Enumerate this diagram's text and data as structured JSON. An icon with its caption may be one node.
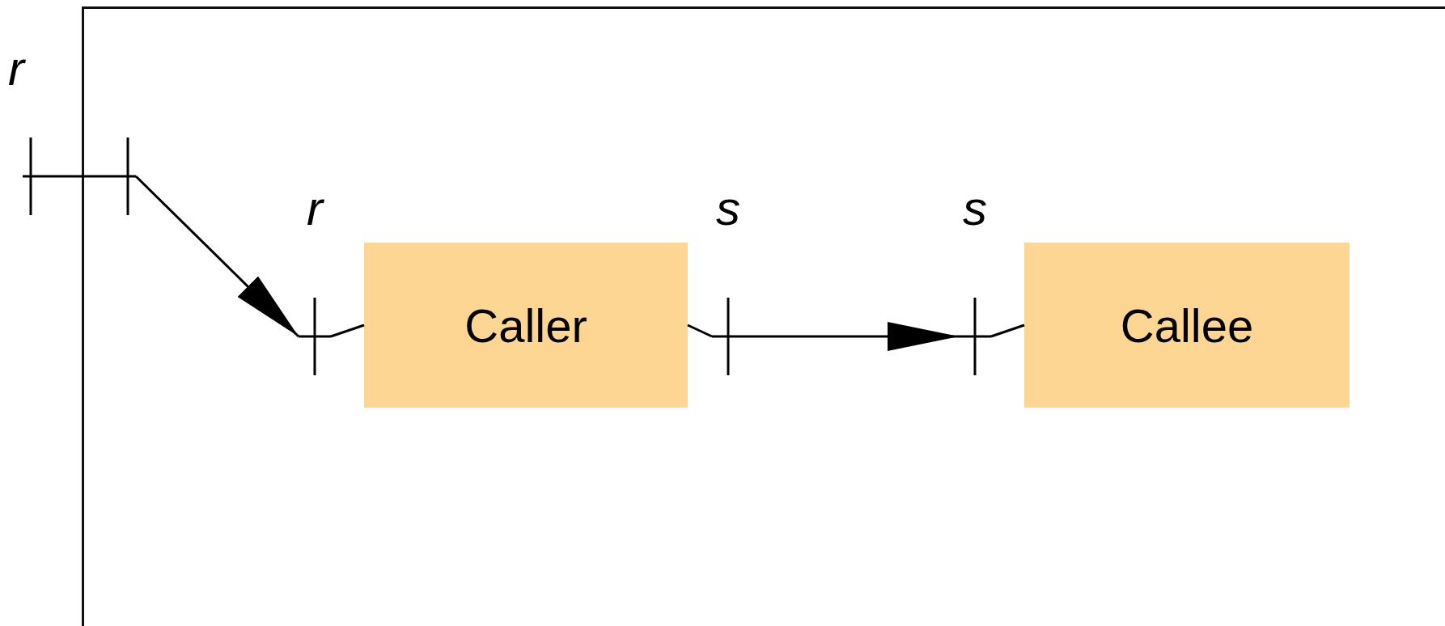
{
  "diagram": {
    "nodes": [
      {
        "text": [],
        "shape": "box"
      },
      {
        "text": [
          "r"
        ]
      },
      {
        "text": [
          "r"
        ],
        "in": 0
      },
      {
        "text": [
          "Caller"
        ],
        "in": 0
      },
      {
        "text": [
          "s"
        ],
        "in": 0
      },
      {
        "text": [
          "s"
        ],
        "in": 0
      },
      {
        "text": [
          "Callee"
        ],
        "in": 0
      }
    ],
    "edges": [
      {
        "from": 1,
        "to": 2,
        "arrow": "to"
      },
      {
        "from": 4,
        "to": 5,
        "arrow": "to"
      },
      {
        "from": 2,
        "to": 3,
        "arrow": "none"
      },
      {
        "from": 3,
        "to": 4,
        "arrow": "none"
      },
      {
        "from": 5,
        "to": 6,
        "arrow": "none"
      }
    ]
  }
}
